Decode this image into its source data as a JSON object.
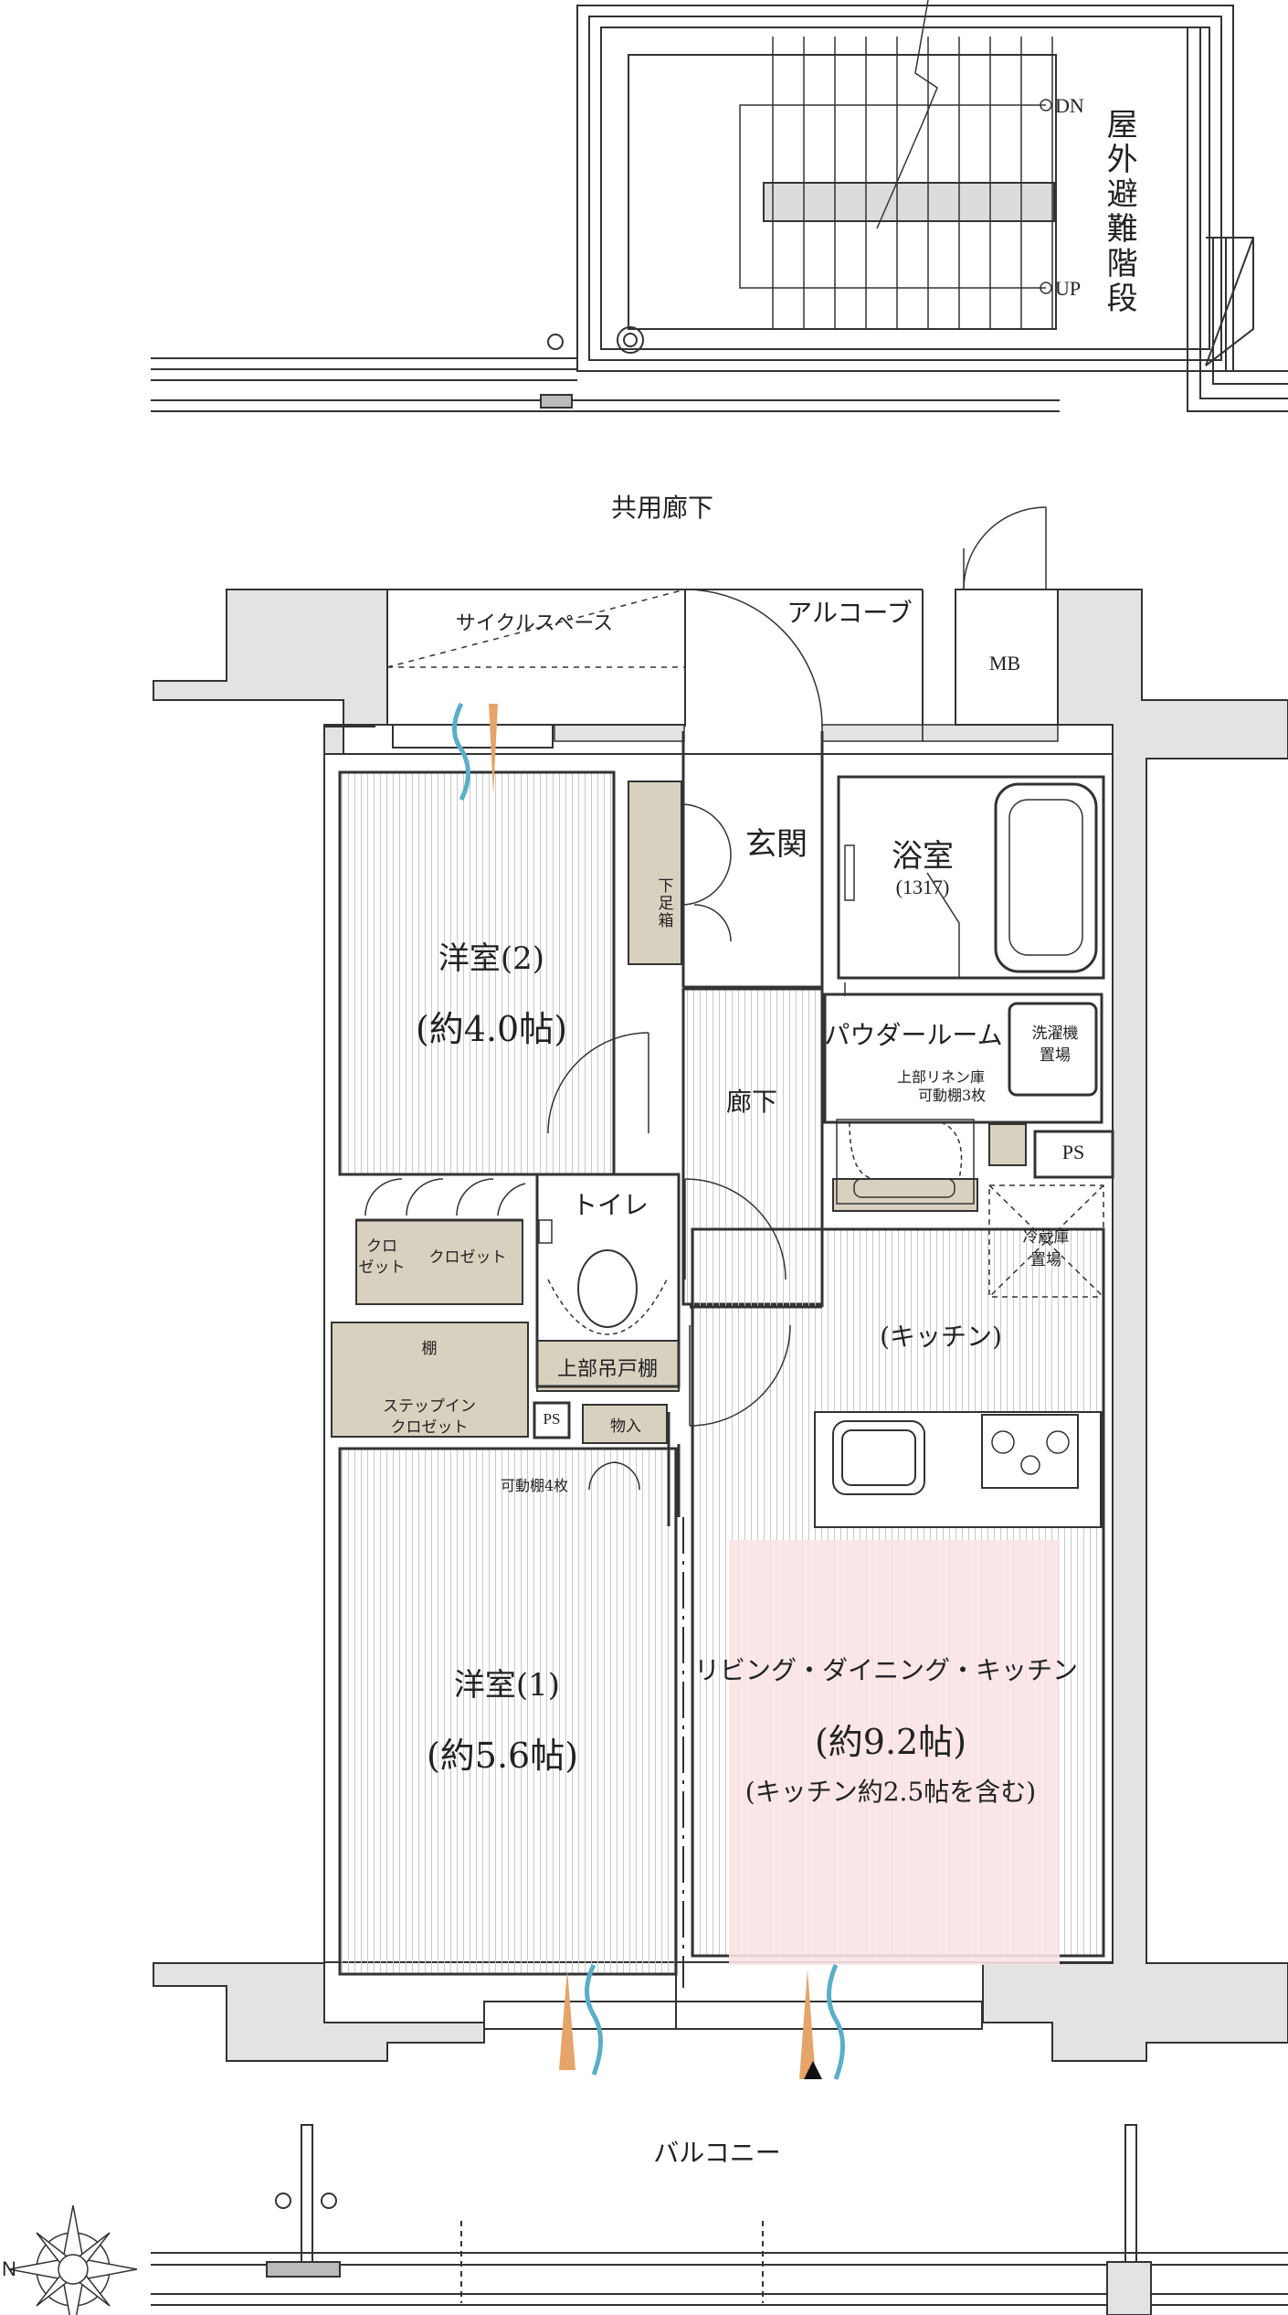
{
  "stairs": {
    "title": "屋外避難階段",
    "dn": "DN",
    "up": "UP"
  },
  "corridor": "共用廊下",
  "cycle_space": "サイクルスペース",
  "alcove": "アルコーブ",
  "mb": "MB",
  "entrance": "玄関",
  "shoe_box": "下足箱",
  "bath": {
    "name": "浴室",
    "size": "(1317)"
  },
  "powder_room": "パウダールーム",
  "washer": {
    "line1": "洗濯機",
    "line2": "置場"
  },
  "linen_note": {
    "line1": "上部リネン庫",
    "line2": "可動棚3枚"
  },
  "ps": "PS",
  "fridge": {
    "line1": "冷蔵庫",
    "line2": "置場"
  },
  "hallway": "廊下",
  "toilet": "トイレ",
  "toilet_cabinet": "上部吊戸棚",
  "western_room_2": {
    "name": "洋室(2)",
    "size": "(約4.0帖)"
  },
  "closet_small": {
    "line1": "クロ",
    "line2": "ゼット"
  },
  "closet": "クロゼット",
  "shelf": "棚",
  "walk_in": {
    "line1": "ステップイン",
    "line2": "クロゼット"
  },
  "storage": "物入",
  "movable_shelves": "可動棚4枚",
  "kitchen": "(キッチン)",
  "ldk": {
    "name": "リビング・ダイニング・キッチン",
    "size": "(約9.2帖)",
    "note": "(キッチン約2.5帖を含む)"
  },
  "western_room_1": {
    "name": "洋室(1)",
    "size": "(約5.6帖)"
  },
  "balcony": "バルコニー",
  "compass": "N",
  "colors": {
    "storage_fill": "#d9d1c0",
    "ldk_highlight": "#fbe4e6",
    "vent_blue": "#5aaec8",
    "vent_orange": "#e5a46a",
    "wall_fill": "#e3e3e3"
  }
}
